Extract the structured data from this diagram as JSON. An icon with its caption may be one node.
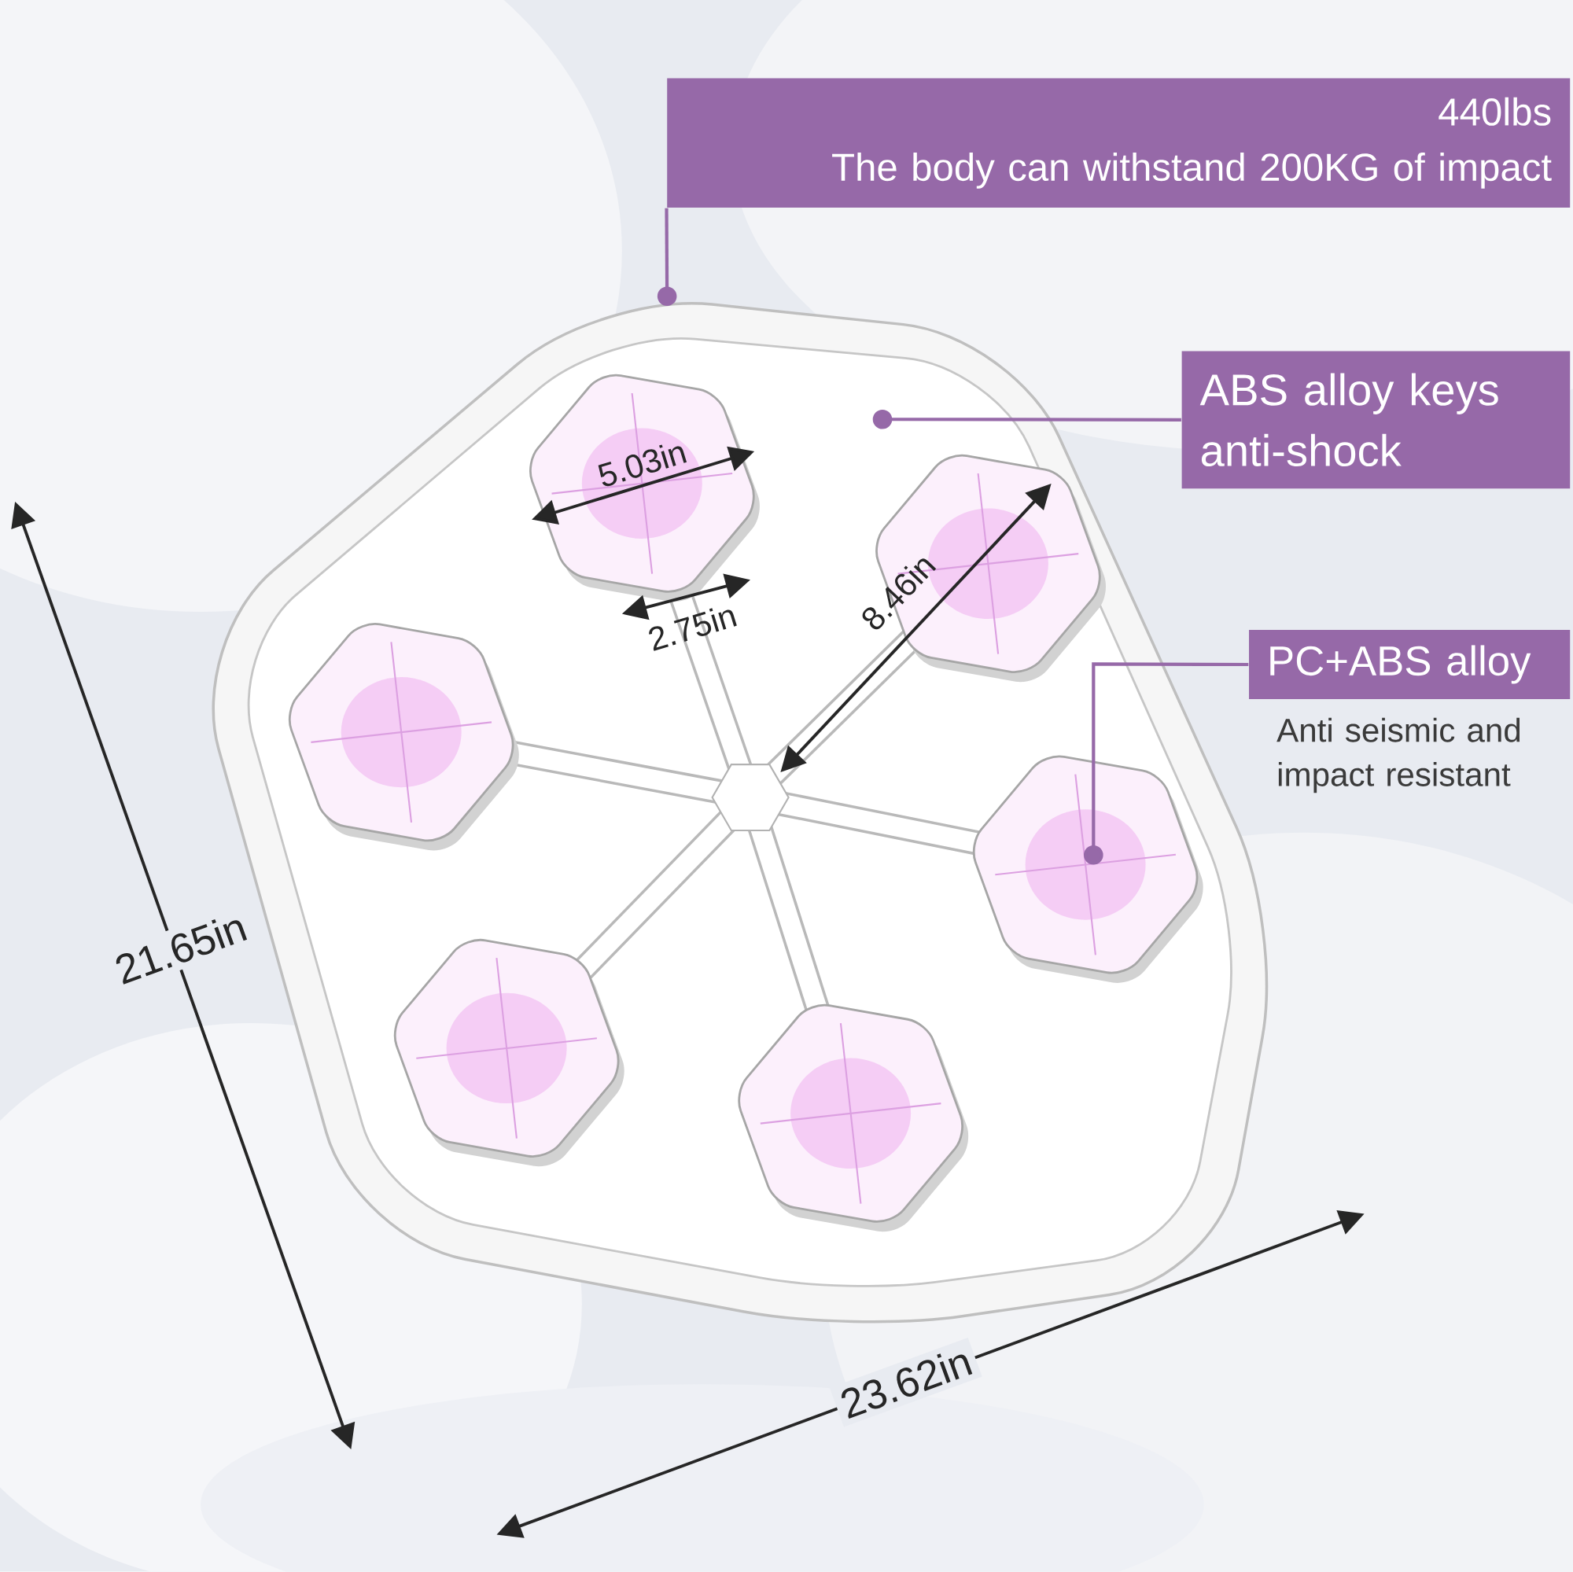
{
  "diagram": {
    "nodes": [
      {
        "text": [
          "440lbs",
          "The body can withstand 200KG of impact"
        ]
      },
      {
        "text": [
          "ABS alloy keys anti-shock"
        ]
      },
      {
        "text": [
          "PC+ABS alloy"
        ],
        "beside": [
          "Anti seismic and impact resistant"
        ]
      }
    ],
    "edges": [
      {
        "from": 0,
        "to": null,
        "arrow": "other"
      },
      {
        "from": 1,
        "to": null,
        "arrow": "other"
      },
      {
        "from": 2,
        "to": null,
        "arrow": "other"
      }
    ],
    "labels": [
      "5.03in",
      "2.75in",
      "8.46in",
      "21.65in",
      "23.62in"
    ]
  }
}
